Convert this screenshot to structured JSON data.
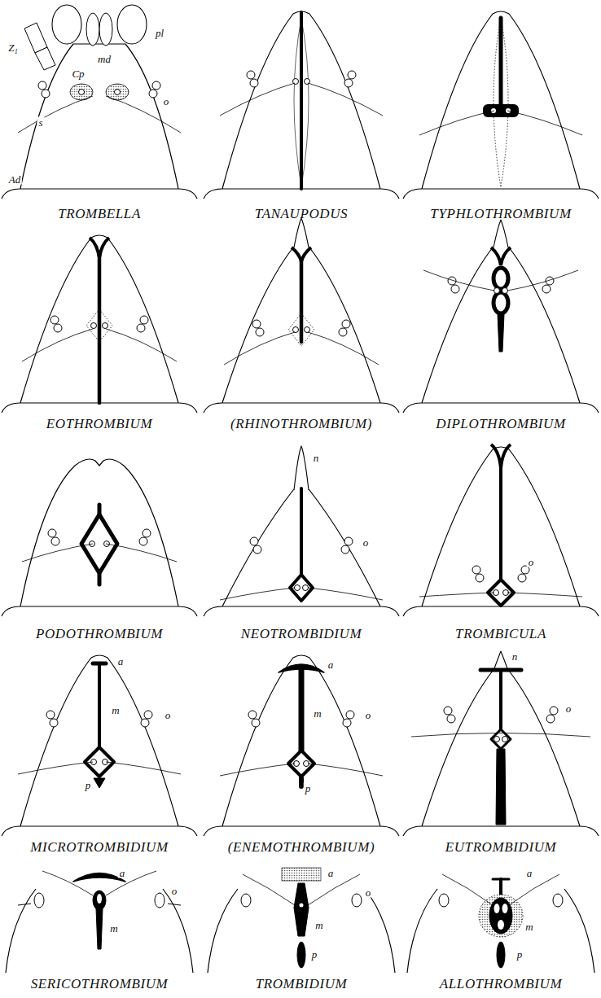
{
  "diagram": {
    "labels": [
      "Z₁",
      "pl",
      "md",
      "Cp",
      "o",
      "s",
      "Ad",
      "TROMBELLA",
      "TANAUPODUS",
      "TYPHLOTHROMBIUM",
      "EOTHROMBIUM",
      "(RHINOTHROMBIUM)",
      "DIPLOTHROMBIUM",
      "n",
      "o",
      "o",
      "PODOTHROMBIUM",
      "NEOTROMBIDIUM",
      "TROMBICULA",
      "a",
      "m",
      "o",
      "p",
      "a",
      "m",
      "o",
      "p",
      "n",
      "o",
      "MICROTROMBIDIUM",
      "(ENEMOTHROMBIUM)",
      "EUTROMBIDIUM",
      "a",
      "o",
      "m",
      "a",
      "o",
      "m",
      "p",
      "a",
      "m",
      "p",
      "SERICOTHROMBIUM",
      "TROMBIDIUM",
      "ALLOTHROMBIUM"
    ]
  }
}
